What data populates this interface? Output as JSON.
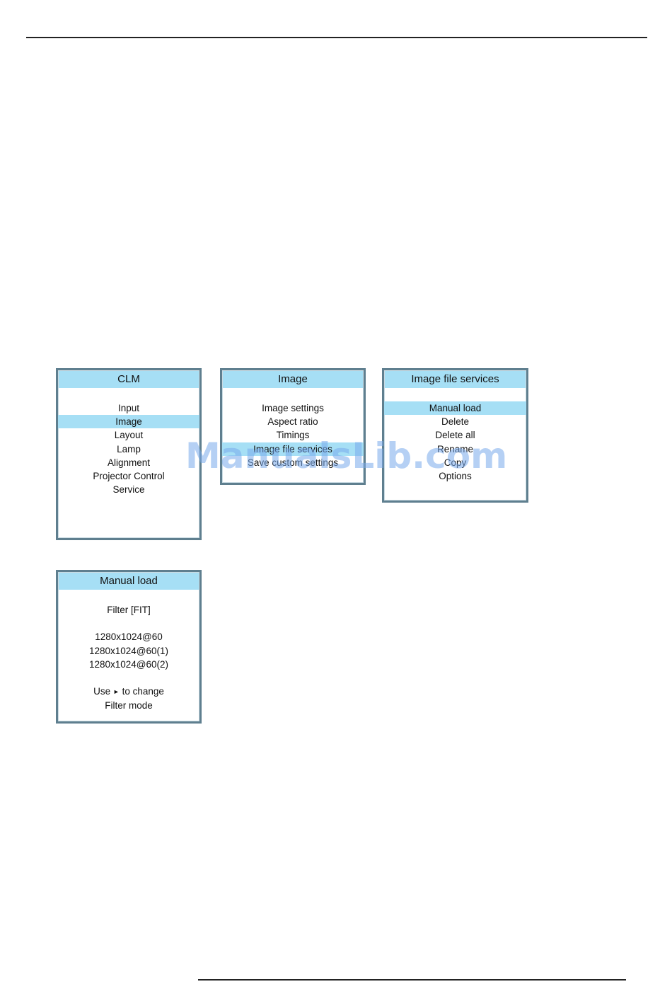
{
  "menus": {
    "clm": {
      "title": "CLM",
      "items": [
        "Input",
        "Image",
        "Layout",
        "Lamp",
        "Alignment",
        "Projector Control",
        "Service"
      ],
      "selected": "Image"
    },
    "image": {
      "title": "Image",
      "items": [
        "Image settings",
        "Aspect ratio",
        "Timings",
        "Image file services",
        "Save custom settings"
      ],
      "selected": "Image file services"
    },
    "image_file_services": {
      "title": "Image file services",
      "items": [
        "Manual load",
        "Delete",
        "Delete all",
        "Rename",
        "Copy",
        "Options"
      ],
      "selected": "Manual load"
    },
    "manual_load": {
      "title": "Manual load",
      "filter": "Filter [FIT]",
      "files": [
        "1280x1024@60",
        "1280x1024@60(1)",
        "1280x1024@60(2)"
      ],
      "hint_use": "Use",
      "hint_arrow": "►",
      "hint_rest": "to change",
      "hint_line2": "Filter mode"
    }
  },
  "watermark": "ManualsLib.com",
  "colors": {
    "highlight": "#a6dff5",
    "border": "#5f7f8f",
    "watermark": "#78aaeb"
  }
}
